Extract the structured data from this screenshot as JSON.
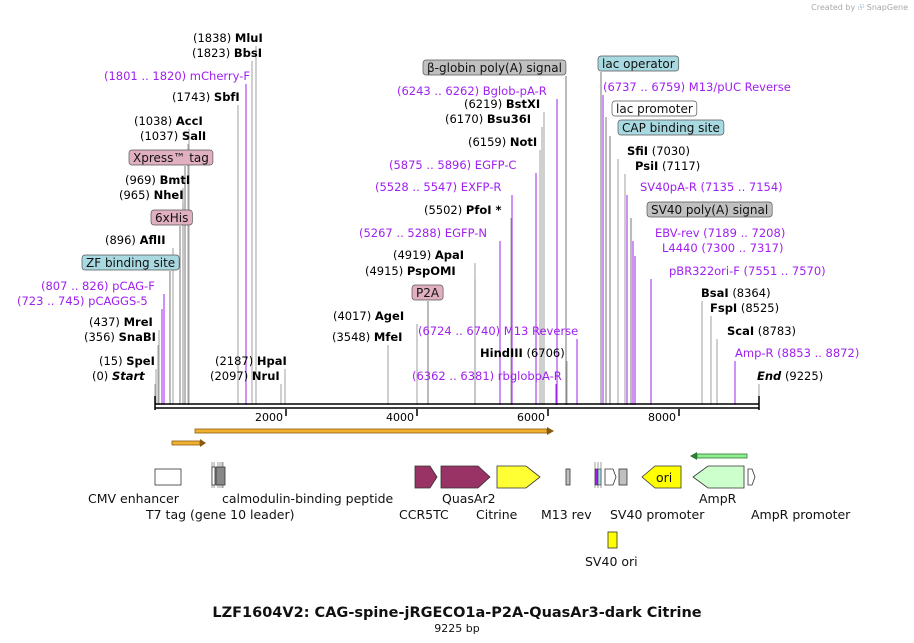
{
  "credit": {
    "prefix": "Created by",
    "brand": "SnapGene"
  },
  "title": "LZF1604V2: CAG-spine-jRGECO1a-P2A-QuasAr3-dark Citrine",
  "subtitle": "9225 bp",
  "length_bp": 9225,
  "ruler": {
    "ticks": [
      "2000",
      "4000",
      "6000",
      "8000"
    ]
  },
  "colors": {
    "enzyme": "#000000",
    "primer": "#a020f0",
    "line": "#888888"
  },
  "sites": [
    {
      "pos": "(0)",
      "name": "Start",
      "terminal": true
    },
    {
      "pos": "(15)",
      "name": "SpeI"
    },
    {
      "pos": "(356)",
      "name": "SnaBI"
    },
    {
      "pos": "(437)",
      "name": "MreI"
    },
    {
      "pos": "(723 .. 745)",
      "name": "pCAGGS-5",
      "primer": true
    },
    {
      "pos": "(807 .. 826)",
      "name": "pCAG-F",
      "primer": true
    },
    {
      "name": "ZF binding site",
      "feature": "ZF binding site"
    },
    {
      "pos": "(896)",
      "name": "AflII"
    },
    {
      "name": "6xHis",
      "feature": "6xHis"
    },
    {
      "pos": "(965)",
      "name": "NheI"
    },
    {
      "pos": "(969)",
      "name": "BmtI"
    },
    {
      "name": "Xpress™ tag",
      "feature": "Xpress™ tag"
    },
    {
      "pos": "(1037)",
      "name": "SalI"
    },
    {
      "pos": "(1038)",
      "name": "AccI"
    },
    {
      "pos": "(1743)",
      "name": "SbfI"
    },
    {
      "pos": "(1801 .. 1820)",
      "name": "mCherry-F",
      "primer": true
    },
    {
      "pos": "(1823)",
      "name": "BbsI"
    },
    {
      "pos": "(1838)",
      "name": "MluI"
    },
    {
      "pos": "(2097)",
      "name": "NruI"
    },
    {
      "pos": "(2187)",
      "name": "HpaI"
    },
    {
      "pos": "(3548)",
      "name": "MfeI"
    },
    {
      "pos": "(4017)",
      "name": "AgeI"
    },
    {
      "name": "P2A",
      "feature": "P2A"
    },
    {
      "pos": "(4915)",
      "name": "PspOMI"
    },
    {
      "pos": "(4919)",
      "name": "ApaI"
    },
    {
      "pos": "(5267 .. 5288)",
      "name": "EGFP-N",
      "primer": true
    },
    {
      "pos": "(5502)",
      "name": "PfoI *"
    },
    {
      "pos": "(5528 .. 5547)",
      "name": "EXFP-R",
      "primer": true
    },
    {
      "pos": "(5875 .. 5896)",
      "name": "EGFP-C",
      "primer": true
    },
    {
      "pos": "(6159)",
      "name": "NotI"
    },
    {
      "pos": "(6170)",
      "name": "Bsu36I"
    },
    {
      "pos": "(6219)",
      "name": "BstXI"
    },
    {
      "pos": "(6243 .. 6262)",
      "name": "Bglob-pA-R",
      "primer": true
    },
    {
      "name": "β-globin poly(A) signal",
      "feature": "β-globin poly(A) signal"
    },
    {
      "pos": "(6362 .. 6381)",
      "name": "rbglobpA-R",
      "primer": true
    },
    {
      "pos": "(6706)",
      "name": "HindIII"
    },
    {
      "pos": "(6724 .. 6740)",
      "name": "M13 Reverse",
      "primer": true
    },
    {
      "name": "lac operator",
      "feature": "lac operator"
    },
    {
      "pos": "(6737 .. 6759)",
      "name": "M13/pUC Reverse",
      "primer": true
    },
    {
      "name": "lac promoter",
      "feature": "lac promoter"
    },
    {
      "name": "CAP binding site",
      "feature": "CAP binding site"
    },
    {
      "pos": "(7030)",
      "name": "SfiI"
    },
    {
      "pos": "(7117)",
      "name": "PsiI"
    },
    {
      "pos": "(7135 .. 7154)",
      "name": "SV40pA-R",
      "primer": true
    },
    {
      "name": "SV40 poly(A) signal",
      "feature": "SV40 poly(A) signal"
    },
    {
      "pos": "(7189 .. 7208)",
      "name": "EBV-rev",
      "primer": true
    },
    {
      "pos": "(7300 .. 7317)",
      "name": "L4440",
      "primer": true
    },
    {
      "pos": "(7551 .. 7570)",
      "name": "pBR322ori-F",
      "primer": true
    },
    {
      "pos": "(8364)",
      "name": "BsaI"
    },
    {
      "pos": "(8525)",
      "name": "FspI"
    },
    {
      "pos": "(8783)",
      "name": "ScaI"
    },
    {
      "pos": "(8853 .. 8872)",
      "name": "Amp-R",
      "primer": true
    },
    {
      "pos": "(9225)",
      "name": "End",
      "terminal": true
    }
  ],
  "features": [
    {
      "label": "CMV enhancer",
      "color": "#ffffff"
    },
    {
      "label": "T7 tag (gene 10 leader)",
      "color": "#ffffff"
    },
    {
      "label": "calmodulin-binding peptide",
      "color": "#ffffff"
    },
    {
      "label": "CCR5TC",
      "color": "#993366"
    },
    {
      "label": "QuasAr2",
      "color": "#993366"
    },
    {
      "label": "Citrine",
      "color": "#ffff33"
    },
    {
      "label": "M13 rev",
      "color": "#ffffff"
    },
    {
      "label": "SV40 promoter",
      "color": "#ffffff"
    },
    {
      "label": "ori",
      "color": "#ffff00"
    },
    {
      "label": "AmpR",
      "color": "#ccffcc"
    },
    {
      "label": "AmpR promoter",
      "color": "#ffffff"
    },
    {
      "label": "SV40 ori",
      "color": "#ffff00"
    }
  ],
  "top_feature_colors": {
    "ZF binding site": "#a8d8e0",
    "6xHis": "#e0b0c0",
    "Xpress™ tag": "#e0b0c0",
    "P2A": "#e0b0c0",
    "β-globin poly(A) signal": "#c0c0c0",
    "lac operator": "#a8d8e0",
    "lac promoter": "#ffffff",
    "CAP binding site": "#a8d8e0",
    "SV40 poly(A) signal": "#c0c0c0"
  }
}
